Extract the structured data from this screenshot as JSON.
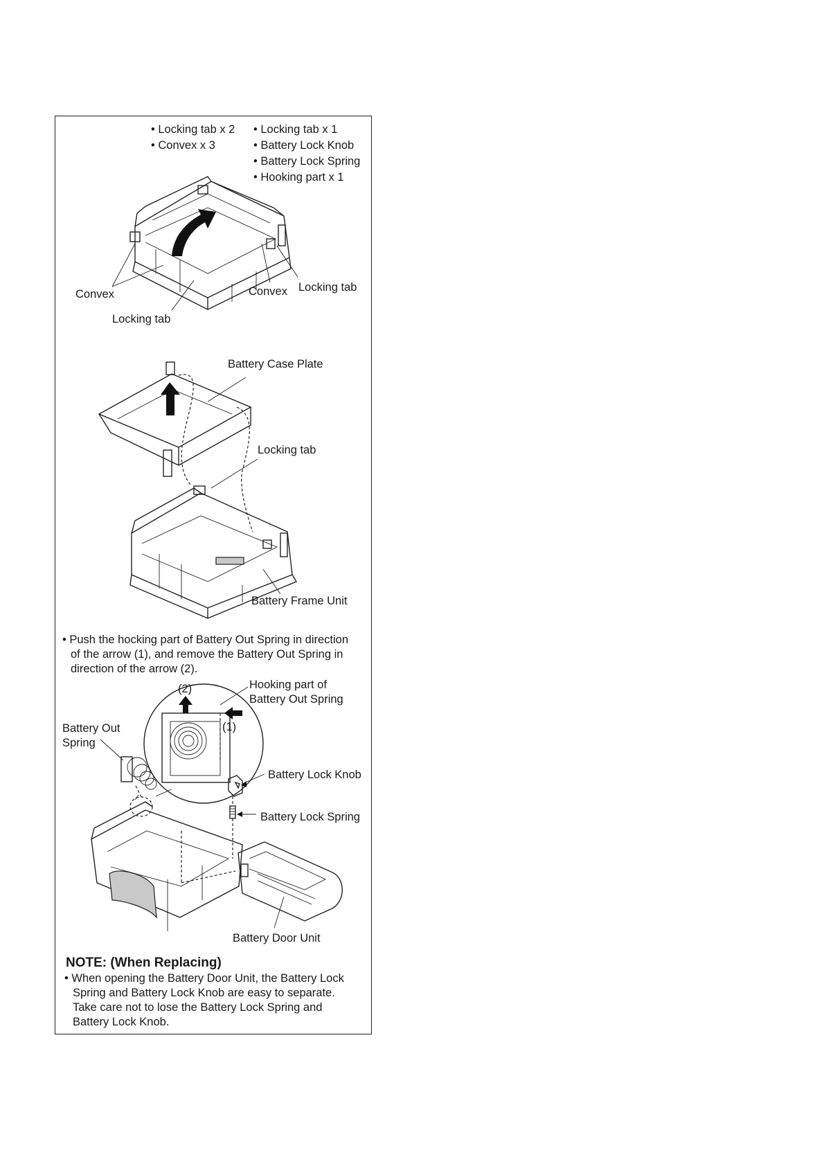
{
  "step1": {
    "list_left": [
      "Locking tab x 2",
      "Convex x 3"
    ],
    "list_right": [
      "Locking tab x 1",
      "Battery Lock Knob",
      "Battery Lock Spring",
      "Hooking part x 1"
    ],
    "callouts": {
      "convex_left": "Convex",
      "locking_tab_bottom": "Locking tab",
      "convex_right": "Convex",
      "locking_tab_right": "Locking tab"
    }
  },
  "step2": {
    "callouts": {
      "battery_case_plate": "Battery Case Plate",
      "locking_tab": "Locking tab",
      "battery_frame_unit": "Battery Frame Unit"
    }
  },
  "step3": {
    "instruction": [
      "Push the hocking part of Battery Out Spring in direction",
      "of the arrow (1), and remove the Battery Out Spring in",
      "direction of the arrow (2)."
    ],
    "callouts": {
      "arrow_2": "(2)",
      "arrow_1": "(1)",
      "hooking_part": [
        "Hooking part of",
        "Battery Out Spring"
      ],
      "battery_out_spring": [
        "Battery Out",
        "Spring"
      ],
      "battery_lock_knob": "Battery Lock Knob",
      "battery_lock_spring": "Battery Lock Spring",
      "battery_door_unit": "Battery Door Unit"
    }
  },
  "note": {
    "title": "NOTE: (When Replacing)",
    "lines": [
      "When opening the Battery Door Unit, the Battery Lock",
      "Spring and Battery Lock Knob are easy to separate.",
      "Take care not to lose the Battery Lock Spring and",
      "Battery Lock Knob."
    ]
  }
}
